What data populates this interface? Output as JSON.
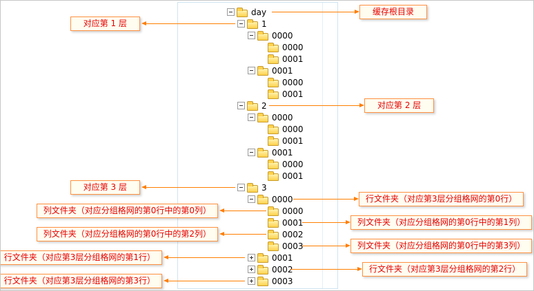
{
  "tree": {
    "nodes": [
      {
        "label": "day",
        "level": 0,
        "state": "expanded"
      },
      {
        "label": "1",
        "level": 1,
        "state": "expanded"
      },
      {
        "label": "0000",
        "level": 2,
        "state": "expanded"
      },
      {
        "label": "0000",
        "level": 3,
        "state": "leaf"
      },
      {
        "label": "0001",
        "level": 3,
        "state": "leaf"
      },
      {
        "label": "0001",
        "level": 2,
        "state": "expanded"
      },
      {
        "label": "0000",
        "level": 3,
        "state": "leaf"
      },
      {
        "label": "0001",
        "level": 3,
        "state": "leaf"
      },
      {
        "label": "2",
        "level": 1,
        "state": "expanded"
      },
      {
        "label": "0000",
        "level": 2,
        "state": "expanded"
      },
      {
        "label": "0000",
        "level": 3,
        "state": "leaf"
      },
      {
        "label": "0001",
        "level": 3,
        "state": "leaf"
      },
      {
        "label": "0001",
        "level": 2,
        "state": "expanded"
      },
      {
        "label": "0000",
        "level": 3,
        "state": "leaf"
      },
      {
        "label": "0001",
        "level": 3,
        "state": "leaf"
      },
      {
        "label": "3",
        "level": 1,
        "state": "expanded"
      },
      {
        "label": "0000",
        "level": 2,
        "state": "expanded"
      },
      {
        "label": "0000",
        "level": 3,
        "state": "leaf"
      },
      {
        "label": "0001",
        "level": 3,
        "state": "leaf"
      },
      {
        "label": "0002",
        "level": 3,
        "state": "leaf"
      },
      {
        "label": "0003",
        "level": 3,
        "state": "leaf"
      },
      {
        "label": "0001",
        "level": 2,
        "state": "collapsed"
      },
      {
        "label": "0002",
        "level": 2,
        "state": "collapsed"
      },
      {
        "label": "0003",
        "level": 2,
        "state": "collapsed"
      }
    ]
  },
  "annotations": [
    {
      "text": "缓存根目录",
      "side": "right"
    },
    {
      "text": "对应第 1 层",
      "side": "left"
    },
    {
      "text": "对应第 2 层",
      "side": "right"
    },
    {
      "text": "对应第 3 层",
      "side": "left"
    },
    {
      "text": "行文件夹（对应第3层分组格网的第0行）",
      "side": "right"
    },
    {
      "text": "列文件夹（对应分组格网的第0行中的第0列）",
      "side": "left"
    },
    {
      "text": "列文件夹（对应分组格网的第0行中的第1列）",
      "side": "right"
    },
    {
      "text": "列文件夹（对应分组格网的第0行中的第2列）",
      "side": "left"
    },
    {
      "text": "列文件夹（对应分组格网的第0行中的第3列）",
      "side": "right"
    },
    {
      "text": "行文件夹（对应第3层分组格网的第1行）",
      "side": "left"
    },
    {
      "text": "行文件夹（对应第3层分组格网的第2行）",
      "side": "right"
    },
    {
      "text": "行文件夹（对应第3层分组格网的第3行）",
      "side": "left"
    }
  ],
  "colors": {
    "arrow": "#ff7e00",
    "callout_border": "#ff9142",
    "callout_bg": "#fffdf0",
    "callout_text": "#e60000",
    "panel_border": "#cfe4f2",
    "folder": "#ffd24d"
  }
}
